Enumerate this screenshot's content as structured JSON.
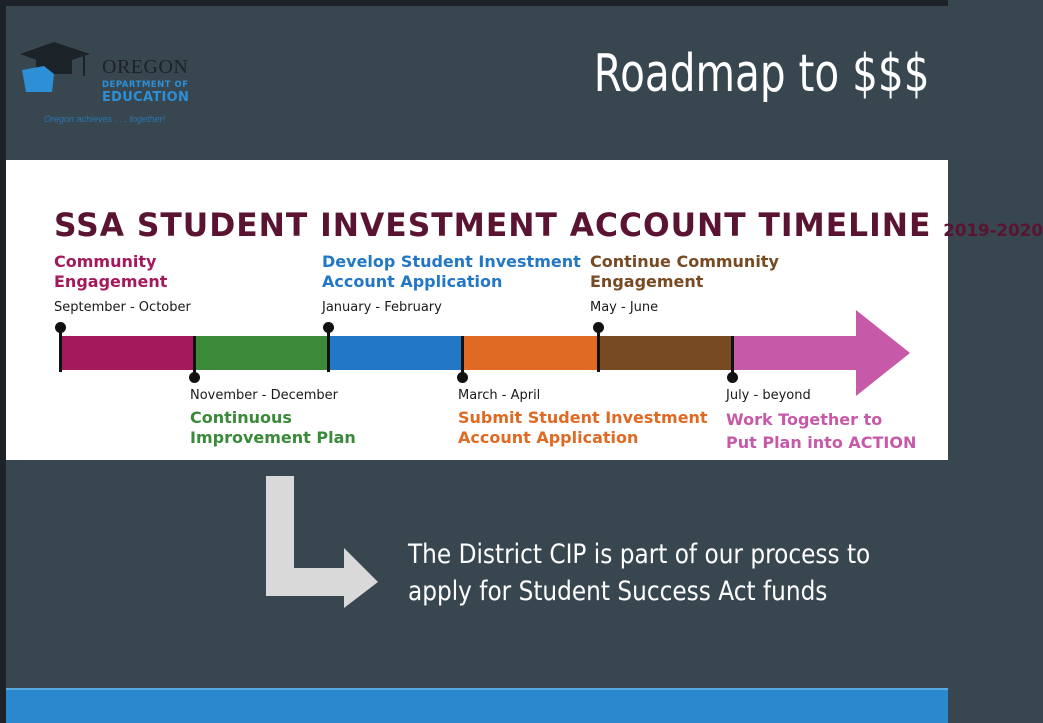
{
  "header": {
    "title": "Roadmap to $$$",
    "logo": {
      "line1": "OREGON",
      "line2": "DEPARTMENT OF",
      "line3": "EDUCATION",
      "tagline": "Oregon achieves . . . together!"
    }
  },
  "timeline": {
    "title": "SSA STUDENT INVESTMENT ACCOUNT TIMELINE",
    "year": "2019-2020",
    "phases_top": [
      {
        "label": [
          "Community",
          "Engagement"
        ],
        "dates": "September - October",
        "color": "#a3195b"
      },
      {
        "label": [
          "Develop Student Investment",
          "Account Application"
        ],
        "dates": "January - February",
        "color": "#2277c6"
      },
      {
        "label": [
          "Continue Community",
          "Engagement"
        ],
        "dates": "May - June",
        "color": "#774a22"
      }
    ],
    "phases_bottom": [
      {
        "label": [
          "Continuous",
          "Improvement Plan"
        ],
        "dates": "November - December",
        "color": "#3a8a3a"
      },
      {
        "label": [
          "Submit Student Investment",
          "Account Application"
        ],
        "dates": "March - April",
        "color": "#e06a23"
      },
      {
        "label": [
          "Work Together to",
          "Put Plan into ACTION"
        ],
        "dates": "July - beyond",
        "color": "#c75aa8"
      }
    ],
    "segment_colors": [
      "#a3195b",
      "#3a8a3a",
      "#2277c6",
      "#e06a23",
      "#774a22",
      "#c75aa8"
    ]
  },
  "note": {
    "line1": "The District CIP is part of our process to",
    "line2": "apply for Student Success Act funds"
  }
}
